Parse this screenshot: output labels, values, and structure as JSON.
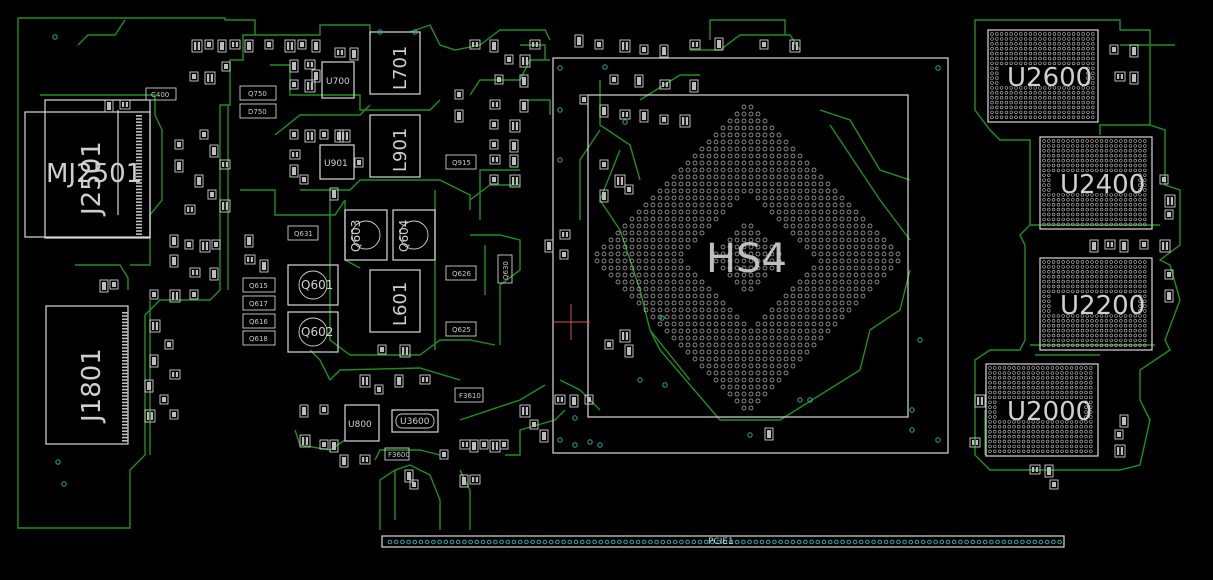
{
  "colors": {
    "background": "#000000",
    "trace": "#1f8f1f",
    "silkscreen": "#d8d8d8",
    "via": "#2aa6a6"
  },
  "components": {
    "heatsink": "HS4",
    "j2501": "J2501",
    "mj2501": "MJ2501",
    "j1801": "J1801",
    "u2600": "U2600",
    "u2400": "U2400",
    "u2200": "U2200",
    "u2000": "U2000",
    "u700": "U700",
    "u901": "U901",
    "u800": "U800",
    "u3600": "U3600",
    "l701": "L701",
    "l901": "L901",
    "l601": "L601",
    "q601": "Q601",
    "q602": "Q602",
    "q603": "Q603",
    "q604": "Q604",
    "q615": "Q615",
    "q616": "Q616",
    "q617": "Q617",
    "q618": "Q618",
    "q625": "Q625",
    "q626": "Q626",
    "q630": "Q630",
    "q631": "Q631",
    "q915": "Q915",
    "q750": "Q750",
    "d750": "D750",
    "f3600": "F3600",
    "f3610": "F3610",
    "c400": "C400",
    "pcie": "PCIE1"
  }
}
